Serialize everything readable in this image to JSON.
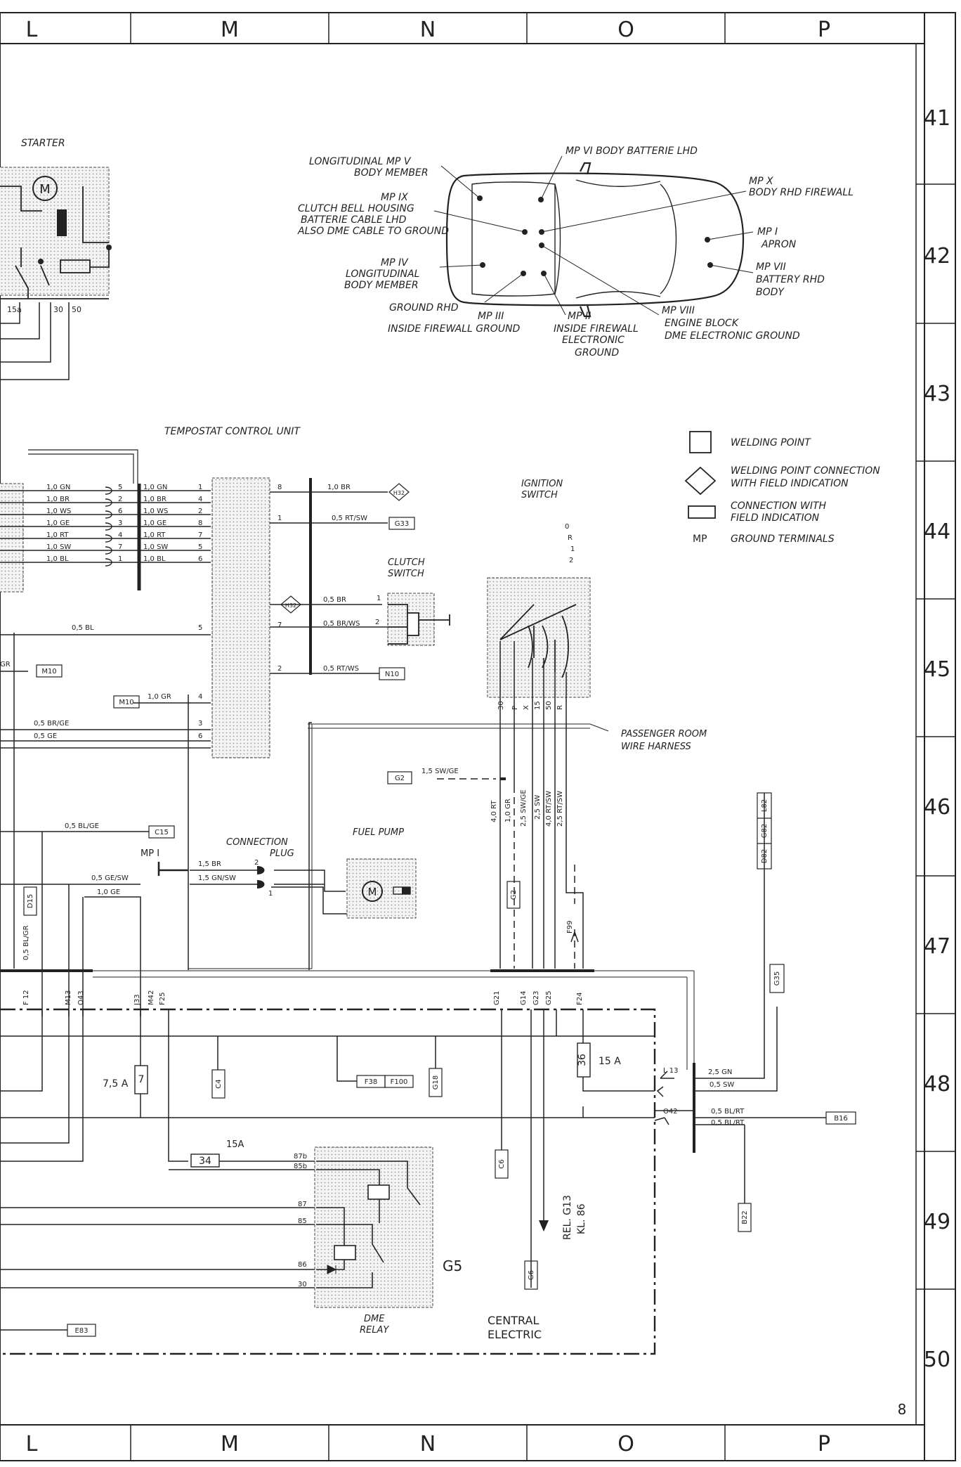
{
  "border": {
    "columns": [
      "L",
      "M",
      "N",
      "O",
      "P"
    ],
    "rows": [
      "41",
      "42",
      "43",
      "44",
      "45",
      "46",
      "47",
      "48",
      "49",
      "50"
    ],
    "page_number": "8"
  },
  "ground_map": {
    "labels": {
      "mp_vi": "MP VI  BODY BATTERIE LHD",
      "mp_v_1": "LONGITUDINAL MP V",
      "mp_v_2": "BODY MEMBER",
      "mp_x_1": "MP X",
      "mp_x_2": "BODY RHD FIREWALL",
      "mp_ix_1": "MP IX",
      "mp_ix_2": "CLUTCH BELL HOUSING",
      "mp_ix_3": "BATTERIE CABLE LHD",
      "mp_ix_4": "ALSO DME CABLE TO GROUND",
      "mp_i_1": "MP I",
      "mp_i_2": "APRON",
      "mp_iv_1": "MP IV",
      "mp_iv_2": "LONGITUDINAL",
      "mp_iv_3": "BODY MEMBER",
      "mp_vii_1": "MP VII",
      "mp_vii_2": "BATTERY RHD",
      "mp_vii_3": "BODY",
      "ground_rhd": "GROUND RHD",
      "mp_iii_1": "MP III",
      "mp_iii_2": "INSIDE FIREWALL GROUND",
      "mp_ii_1": "MP II",
      "mp_ii_2": "INSIDE FIREWALL",
      "mp_ii_3": "ELECTRONIC",
      "mp_ii_4": "GROUND",
      "mp_viii_1": "MP VIII",
      "mp_viii_2": "ENGINE BLOCK",
      "mp_viii_3": "DME ELECTRONIC GROUND"
    }
  },
  "legend": {
    "welding_point": "WELDING POINT",
    "welding_conn_1": "WELDING POINT CONNECTION",
    "welding_conn_2": "WITH FIELD INDICATION",
    "conn_field_1": "CONNECTION WITH",
    "conn_field_2": "FIELD INDICATION",
    "mp_abbr": "MP",
    "ground_terminals": "GROUND TERMINALS"
  },
  "components": {
    "starter": "STARTER",
    "tempostat": "TEMPOSTAT CONTROL UNIT",
    "ignition_1": "IGNITION",
    "ignition_2": "SWITCH",
    "clutch_1": "CLUTCH",
    "clutch_2": "SWITCH",
    "fuel_pump": "FUEL PUMP",
    "connection_1": "CONNECTION",
    "connection_2": "PLUG",
    "mp_i_tag": "MP I",
    "dme_relay_1": "DME",
    "dme_relay_2": "RELAY",
    "g5": "G5",
    "central_1": "CENTRAL",
    "central_2": "ELECTRIC",
    "passenger_1": "PASSENGER ROOM",
    "passenger_2": "WIRE HARNESS",
    "rel_1": "REL. G13",
    "rel_2": "KL. 86"
  },
  "wires": {
    "harness_left": [
      "1,0 GN",
      "1,0 BR",
      "1,0 WS",
      "1,0 GE",
      "1,0 RT",
      "1,0 SW",
      "1,0 BL"
    ],
    "harness_pins_left": [
      "5",
      "2",
      "6",
      "3",
      "4",
      "7",
      "1"
    ],
    "harness_right": [
      "1,0 GN",
      "1,0 BR",
      "1,0 WS",
      "1,0 GE",
      "1,0 RT",
      "1,0 SW",
      "1,0 BL"
    ],
    "harness_pins_right": [
      "1",
      "4",
      "2",
      "8",
      "7",
      "5",
      "6"
    ],
    "w_05bl": "0,5 BL",
    "w_m10a": "GR",
    "w_10gr": "1,0 GR",
    "w_05brge": "0,5 BR/GE",
    "w_05ge": "0,5 GE",
    "w_05blge": "0,5 BL/GE",
    "w_05gesw": "0,5 GE/SW",
    "w_10ge": "1,0 GE",
    "w_05blgr": "0,5 BL/GR",
    "w_15br": "1,5 BR",
    "w_15gnsw": "1,5 GN/SW",
    "w_tr_10br": "1,0 BR",
    "w_tr_05rtsw": "0,5 RT/SW",
    "w_cl_05br": "0,5 BR",
    "w_cl_05brws": "0,5 BR/WS",
    "w_05rtws": "0,5 RT/WS",
    "w_15swge": "1,5 SW/GE",
    "ign_vertical": [
      "4,0 RT",
      "1,0 GR",
      "2,5 SW/GE",
      "2,5 SW",
      "4,0 RT/SW",
      "2,5 RT/SW"
    ],
    "ign_terms": [
      "30",
      "P",
      "X",
      "15",
      "50",
      "R"
    ],
    "ign_pos": [
      "0",
      "R",
      "1",
      "2"
    ],
    "w_25gn": "2,5 GN",
    "w_05sw": "0,5 SW",
    "w_05blrt_1": "0,5 BL/RT",
    "w_05blrt_2": "0,5 BL/RT",
    "fuse_75": "7,5 A",
    "fuse_7": "7",
    "fuse_36": "36",
    "fuse_15a": "15 A",
    "fuse_34": "34",
    "fuse_15a_b": "15A",
    "l13": "L 13",
    "o42": "O42",
    "pin_2": "2",
    "pin_1": "1",
    "pin_5": "5",
    "pin_7": "7",
    "pin_4": "4",
    "pin_3": "3",
    "pin_6": "6",
    "pin_8": "8",
    "st_15a": "15a",
    "st_30": "30",
    "st_50": "50",
    "relay_87b": "87b",
    "relay_85b": "85b",
    "relay_87": "87",
    "relay_85": "85",
    "relay_86": "86",
    "relay_30": "30"
  },
  "connectors": {
    "h32a": "H32",
    "h32b": "H32",
    "g33": "G33",
    "m10a": "M10",
    "m10b": "M10",
    "n10": "N10",
    "g2": "G2",
    "c15": "C15",
    "d15": "D15",
    "g2v": "G2",
    "f99": "F99",
    "d82": "D82",
    "g82": "G82",
    "l82": "L82",
    "g35": "G35",
    "c4": "C4",
    "f38": "F38",
    "f100": "F100",
    "g18": "G18",
    "c6": "C6",
    "b16": "B16",
    "b22": "B22",
    "g6": "G6",
    "e83": "E83",
    "bus_labels": [
      "F 12",
      "M13",
      "O43",
      "J33",
      "M42",
      "F25",
      "G21",
      "G14",
      "G23",
      "G25",
      "F24"
    ]
  }
}
